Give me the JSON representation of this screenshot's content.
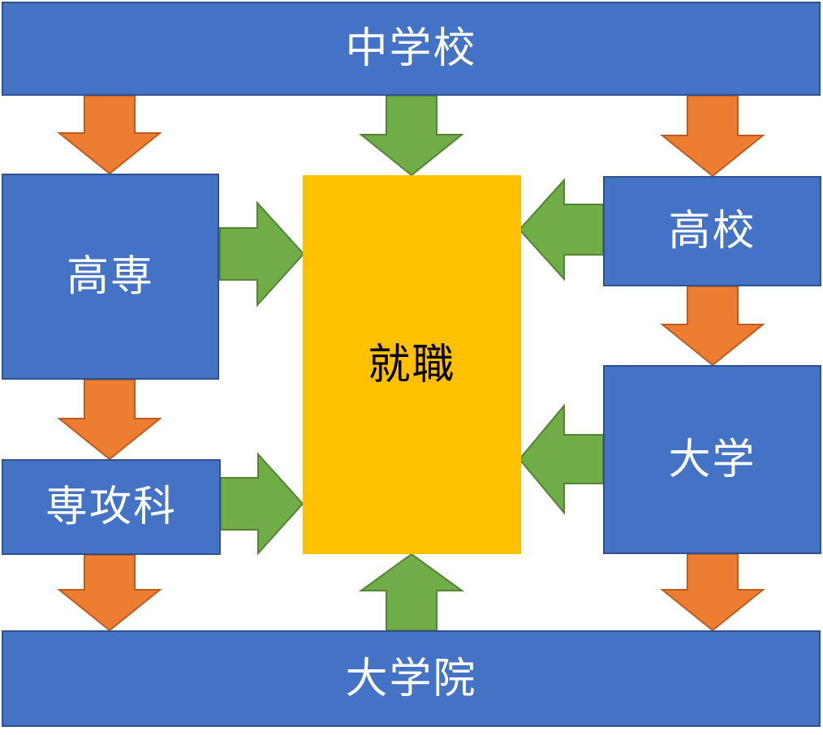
{
  "diagram": {
    "nodes": {
      "chugakko": {
        "label": "中学校"
      },
      "kosen": {
        "label": "高専"
      },
      "senkoka": {
        "label": "専攻科"
      },
      "koko": {
        "label": "高校"
      },
      "daigaku": {
        "label": "大学"
      },
      "daigakuin": {
        "label": "大学院"
      },
      "shushoku": {
        "label": "就職"
      }
    },
    "edges": {
      "progression": [
        {
          "from": "中学校",
          "to": "高専"
        },
        {
          "from": "中学校",
          "to": "高校"
        },
        {
          "from": "高専",
          "to": "専攻科"
        },
        {
          "from": "高校",
          "to": "大学"
        },
        {
          "from": "専攻科",
          "to": "大学院"
        },
        {
          "from": "大学",
          "to": "大学院"
        }
      ],
      "employment": [
        {
          "from": "中学校",
          "to": "就職"
        },
        {
          "from": "高専",
          "to": "就職"
        },
        {
          "from": "専攻科",
          "to": "就職"
        },
        {
          "from": "高校",
          "to": "就職"
        },
        {
          "from": "大学",
          "to": "就職"
        },
        {
          "from": "大学院",
          "to": "就職"
        }
      ]
    }
  },
  "colors": {
    "background": "#FFFFFF",
    "blue_fill": "#4472C4",
    "blue_border": "#2F528F",
    "yellow_fill": "#FFC000",
    "orange_fill": "#ED7D31",
    "orange_border": "#BC5B21",
    "green_fill": "#70AD47",
    "green_border": "#548235",
    "text_on_blue": "#FFFFFF",
    "text_on_yellow": "#000000"
  }
}
